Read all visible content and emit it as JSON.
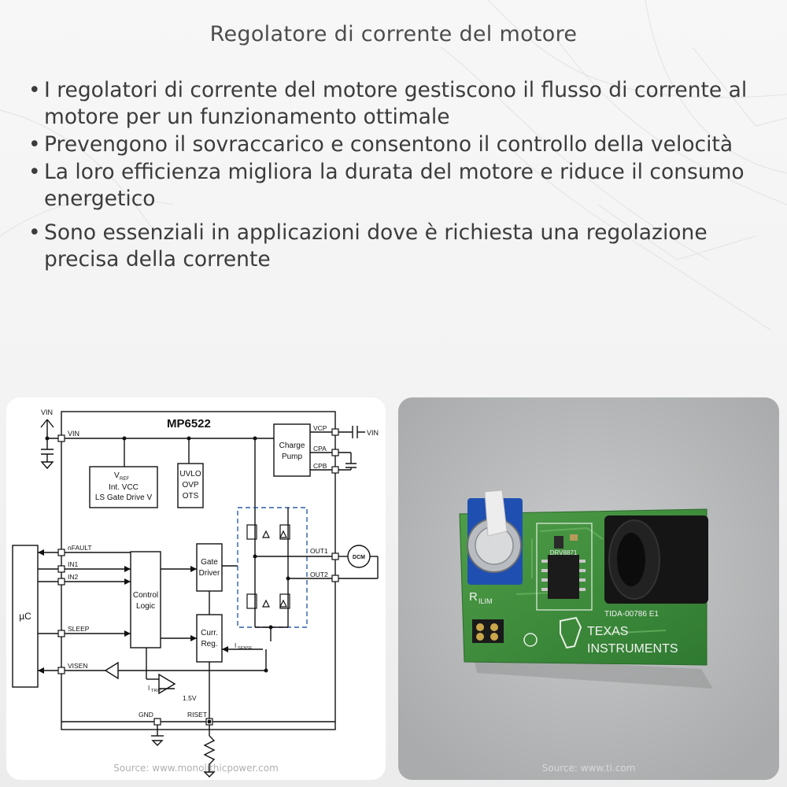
{
  "title": "Regolatore di corrente del motore",
  "bullets": [
    "I regolatori di corrente del motore gestiscono il flusso di corrente al motore per un funzionamento ottimale",
    "Prevengono il sovraccarico e consentono il controllo della velocità",
    "La loro efficienza migliora la durata del motore e riduce il consumo energetico",
    "Sono essenziali in applicazioni dove è richiesta una regolazione precisa della corrente"
  ],
  "bullet_symbol": "•",
  "diagram": {
    "chip_name": "MP6522",
    "vin_top": "VIN",
    "vin_pin": "VIN",
    "vref_block": [
      "V",
      "REF",
      "Int. VCC",
      "LS Gate Drive V"
    ],
    "uvlo_block": [
      "UVLO",
      "OVP",
      "OTS"
    ],
    "charge_pump": [
      "Charge",
      "Pump"
    ],
    "pins_right": [
      "VCP",
      "CPA",
      "CPB",
      "OUT1",
      "OUT2"
    ],
    "vin_right": "VIN",
    "pins_left": [
      "nFAULT",
      "IN1",
      "IN2",
      "SLEEP",
      "VISEN"
    ],
    "mcu": "µC",
    "control_logic": [
      "Control",
      "Logic"
    ],
    "gate_driver": [
      "Gate",
      "Driver"
    ],
    "curr_reg": [
      "Curr.",
      "Reg."
    ],
    "motor": "DCM",
    "isense": [
      "I",
      "SENSE"
    ],
    "itrip": [
      "I",
      "TRIP"
    ],
    "ref_voltage": "1.5V",
    "gnd": "GND",
    "riset": "RISET",
    "source": "Source: www.monolithicpower.com"
  },
  "photo": {
    "label_r": "R",
    "label_ilim": "ILIM",
    "chip_marking": "DRV8871",
    "board_id": "TIDA-00786  E1",
    "brand_line1": "TEXAS",
    "brand_line2": "INSTRUMENTS",
    "source": "Source: www.ti.com"
  },
  "colors": {
    "accent_dashed": "#2e5fa8",
    "pcb_green": "#3f8f3c",
    "pot_blue": "#1f4fb0"
  }
}
